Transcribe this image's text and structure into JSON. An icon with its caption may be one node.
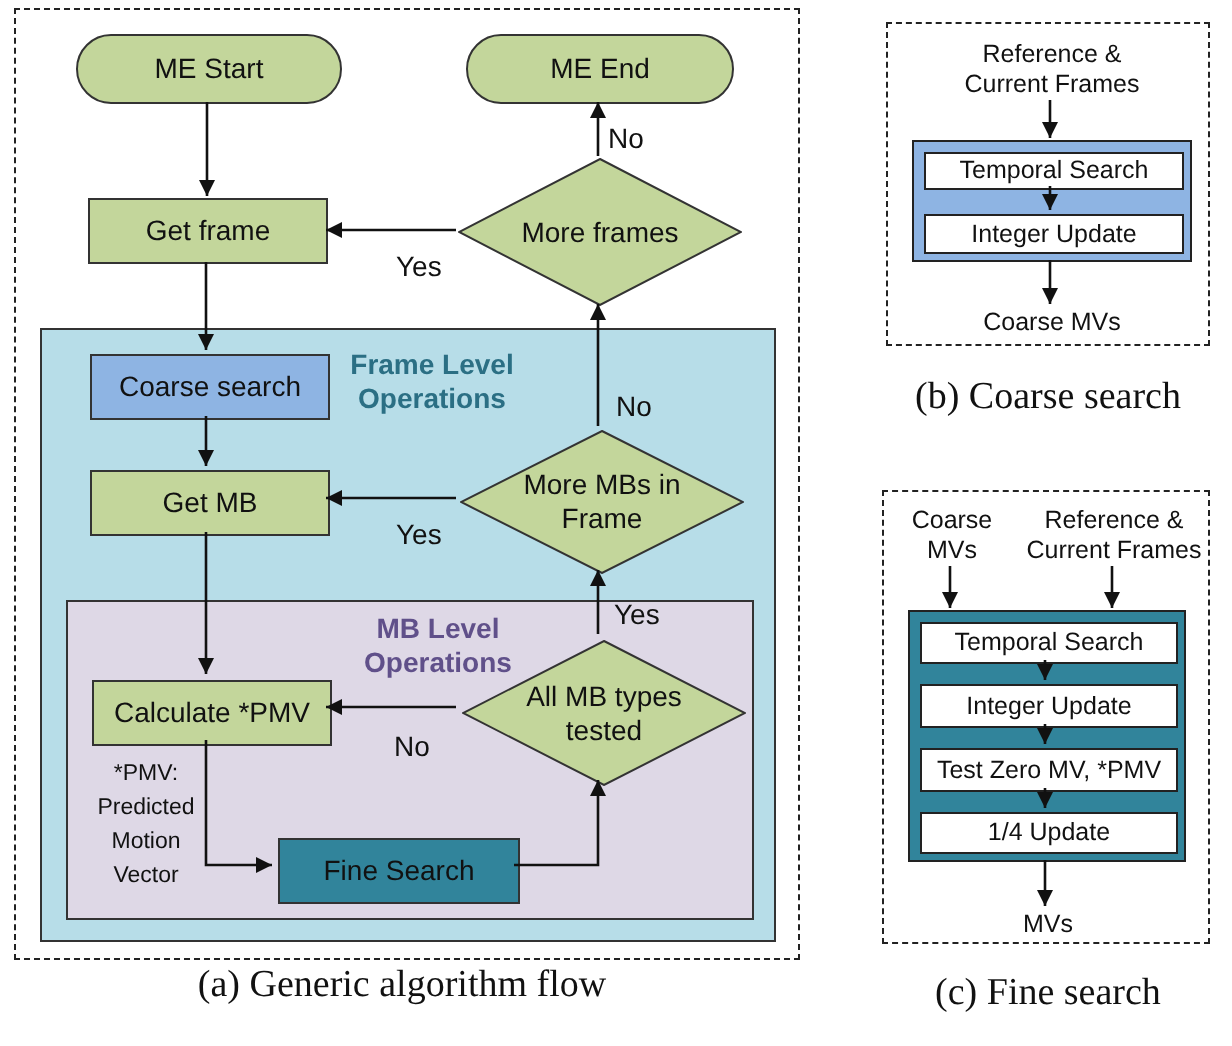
{
  "diagram": {
    "nodes": [
      {
        "text": [
          "(a) Generic algorithm flow"
        ]
      },
      {
        "text": [
          "ME Start"
        ],
        "in": 0
      },
      {
        "text": [
          "ME End"
        ],
        "in": 0
      },
      {
        "text": [
          "Get frame"
        ],
        "in": 0
      },
      {
        "text": [
          "More frames"
        ],
        "in": 0
      },
      {
        "text": [
          "Frame Level Operations"
        ],
        "in": 0
      },
      {
        "text": [
          "Coarse search"
        ],
        "in": 5
      },
      {
        "text": [
          "Get MB"
        ],
        "in": 5
      },
      {
        "text": [
          "More MBs in Frame"
        ],
        "in": 5
      },
      {
        "text": [
          "MB Level Operations"
        ],
        "in": 5
      },
      {
        "text": [
          "Calculate *PMV"
        ],
        "in": 9,
        "beside": [
          "*PMV: Predicted Motion Vector"
        ]
      },
      {
        "text": [
          "All MB types tested"
        ],
        "in": 9
      },
      {
        "text": [
          "Fine Search"
        ],
        "in": 9
      },
      {
        "text": [
          "(b) Coarse search"
        ]
      },
      {
        "text": [
          "Reference & Current Frames"
        ],
        "in": 13
      },
      {
        "text": [],
        "shape": "box",
        "in": 13
      },
      {
        "text": [
          "Temporal Search"
        ],
        "in": 15
      },
      {
        "text": [
          "Integer Update"
        ],
        "in": 15
      },
      {
        "text": [
          "Coarse MVs"
        ],
        "in": 13
      },
      {
        "text": [
          "(c) Fine search"
        ]
      },
      {
        "text": [
          "Coarse MVs"
        ],
        "in": 19
      },
      {
        "text": [
          "Reference & Current Frames"
        ],
        "in": 19
      },
      {
        "text": [],
        "shape": "box",
        "in": 19
      },
      {
        "text": [
          "Temporal Search"
        ],
        "in": 22
      },
      {
        "text": [
          "Integer Update"
        ],
        "in": 22
      },
      {
        "text": [
          "Test Zero MV, *PMV"
        ],
        "in": 22
      },
      {
        "text": [
          "1/4 Update"
        ],
        "in": 22
      },
      {
        "text": [
          "MVs"
        ],
        "in": 19
      }
    ],
    "edges": [
      {
        "from": 1,
        "to": 3,
        "arrow": "to"
      },
      {
        "from": 4,
        "to": 2,
        "arrow": "to",
        "label": "No"
      },
      {
        "from": 4,
        "to": 3,
        "arrow": "to",
        "label": "Yes"
      },
      {
        "from": 3,
        "to": 6,
        "arrow": "to"
      },
      {
        "from": 6,
        "to": 7,
        "arrow": "to"
      },
      {
        "from": 8,
        "to": 7,
        "arrow": "to",
        "label": "Yes"
      },
      {
        "from": 8,
        "to": 4,
        "arrow": "to",
        "label": "No"
      },
      {
        "from": 7,
        "to": 10,
        "arrow": "to"
      },
      {
        "from": 10,
        "to": 12,
        "arrow": "to"
      },
      {
        "from": 12,
        "to": 11,
        "arrow": "to"
      },
      {
        "from": 11,
        "to": 10,
        "arrow": "to",
        "label": "No"
      },
      {
        "from": 11,
        "to": 8,
        "arrow": "to",
        "label": "Yes"
      },
      {
        "from": 14,
        "to": 15,
        "arrow": "to"
      },
      {
        "from": 16,
        "to": 17,
        "arrow": "to"
      },
      {
        "from": 15,
        "to": 18,
        "arrow": "to"
      },
      {
        "from": 20,
        "to": 22,
        "arrow": "to"
      },
      {
        "from": 21,
        "to": 22,
        "arrow": "to"
      },
      {
        "from": 23,
        "to": 24,
        "arrow": "to"
      },
      {
        "from": 24,
        "to": 25,
        "arrow": "to"
      },
      {
        "from": 25,
        "to": 26,
        "arrow": "to"
      },
      {
        "from": 22,
        "to": 27,
        "arrow": "to"
      }
    ]
  }
}
